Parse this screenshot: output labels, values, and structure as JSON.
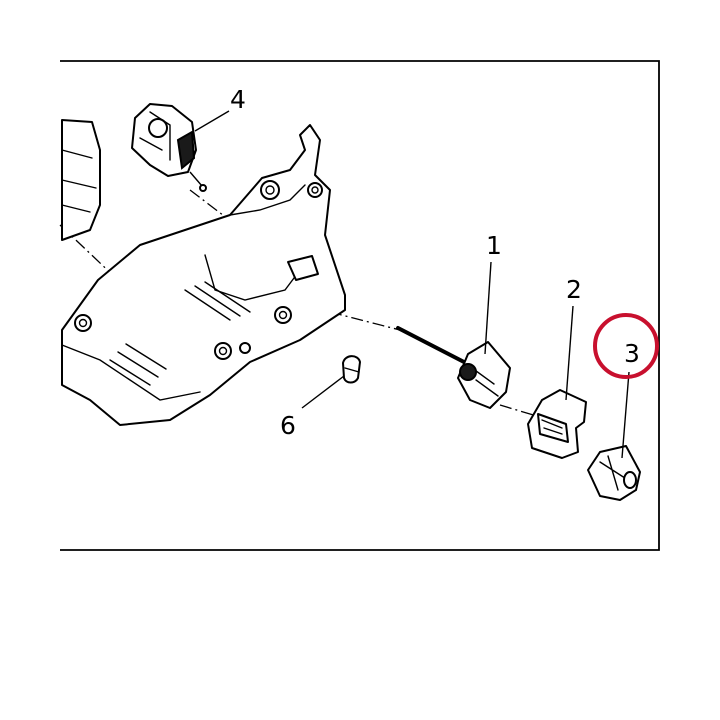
{
  "callouts": {
    "part1": "1",
    "part2": "2",
    "part3": "3",
    "part4": "4",
    "part6": "6"
  },
  "highlight": {
    "target": "3",
    "color": "#c8102e"
  },
  "colors": {
    "line": "#000000",
    "background": "#ffffff"
  }
}
